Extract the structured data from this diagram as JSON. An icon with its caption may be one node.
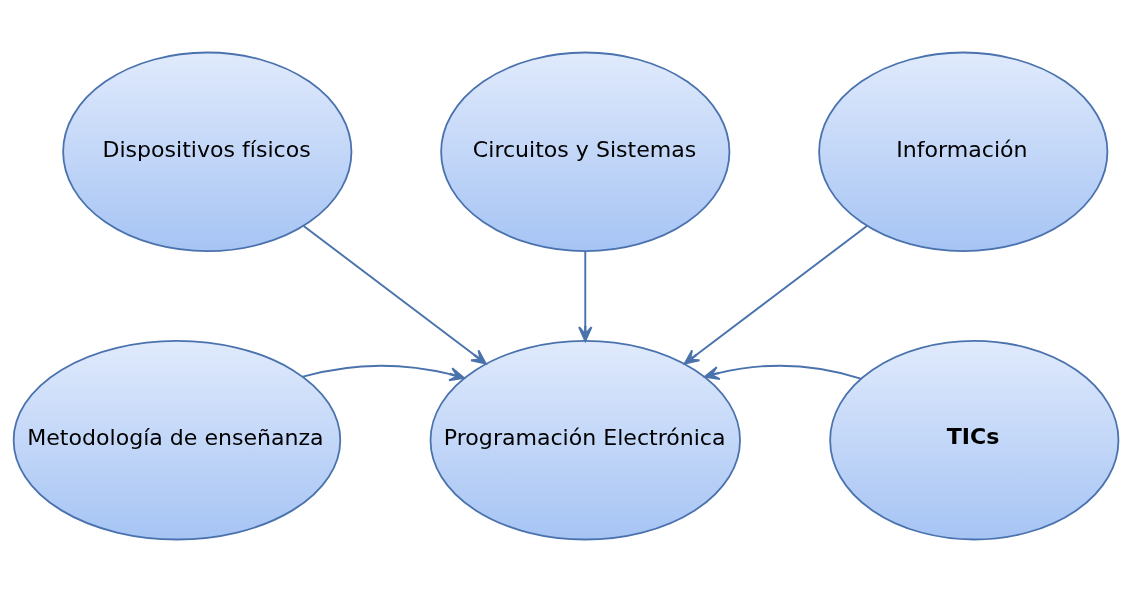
{
  "diagram": {
    "nodes": [
      {
        "text": [
          "Dispositivos físicos"
        ]
      },
      {
        "text": [
          "Circuitos y Sistemas"
        ]
      },
      {
        "text": [
          "Información"
        ]
      },
      {
        "text": [
          "Metodología de enseñanza"
        ]
      },
      {
        "text": [
          "Programación Electrónica"
        ]
      },
      {
        "text": [
          "TICs"
        ]
      }
    ],
    "edges": [
      {
        "from": 0,
        "to": 4,
        "arrow": "to"
      },
      {
        "from": 1,
        "to": 4,
        "arrow": "to"
      },
      {
        "from": 2,
        "to": 4,
        "arrow": "to"
      },
      {
        "from": 3,
        "to": 4,
        "arrow": "to"
      },
      {
        "from": 5,
        "to": 4,
        "arrow": "to"
      }
    ]
  }
}
